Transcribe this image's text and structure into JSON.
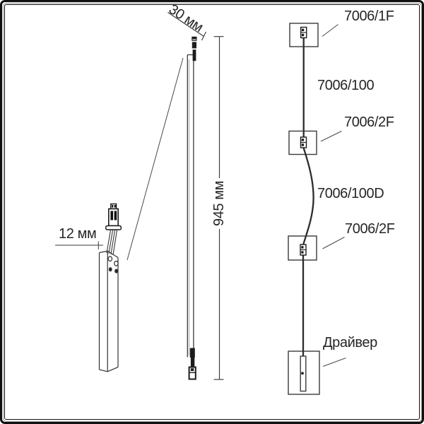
{
  "diagram": {
    "title_hint": "linear pendant fixture technical drawing",
    "dimensions": {
      "connector_width": "30 мм",
      "connector_offset": "12 мм",
      "fixture_length": "945 мм"
    },
    "schematic": {
      "components": [
        {
          "label": "7006/1F"
        },
        {
          "label": "7006/100"
        },
        {
          "label": "7006/2F"
        },
        {
          "label": "7006/100D"
        },
        {
          "label": "7006/2F"
        },
        {
          "label": "Драйвер"
        }
      ]
    },
    "colors": {
      "line": "#3a3a3a",
      "dark_fill": "#1c1c1c",
      "text": "#262626",
      "background": "#ffffff",
      "frame": "#101010"
    }
  }
}
